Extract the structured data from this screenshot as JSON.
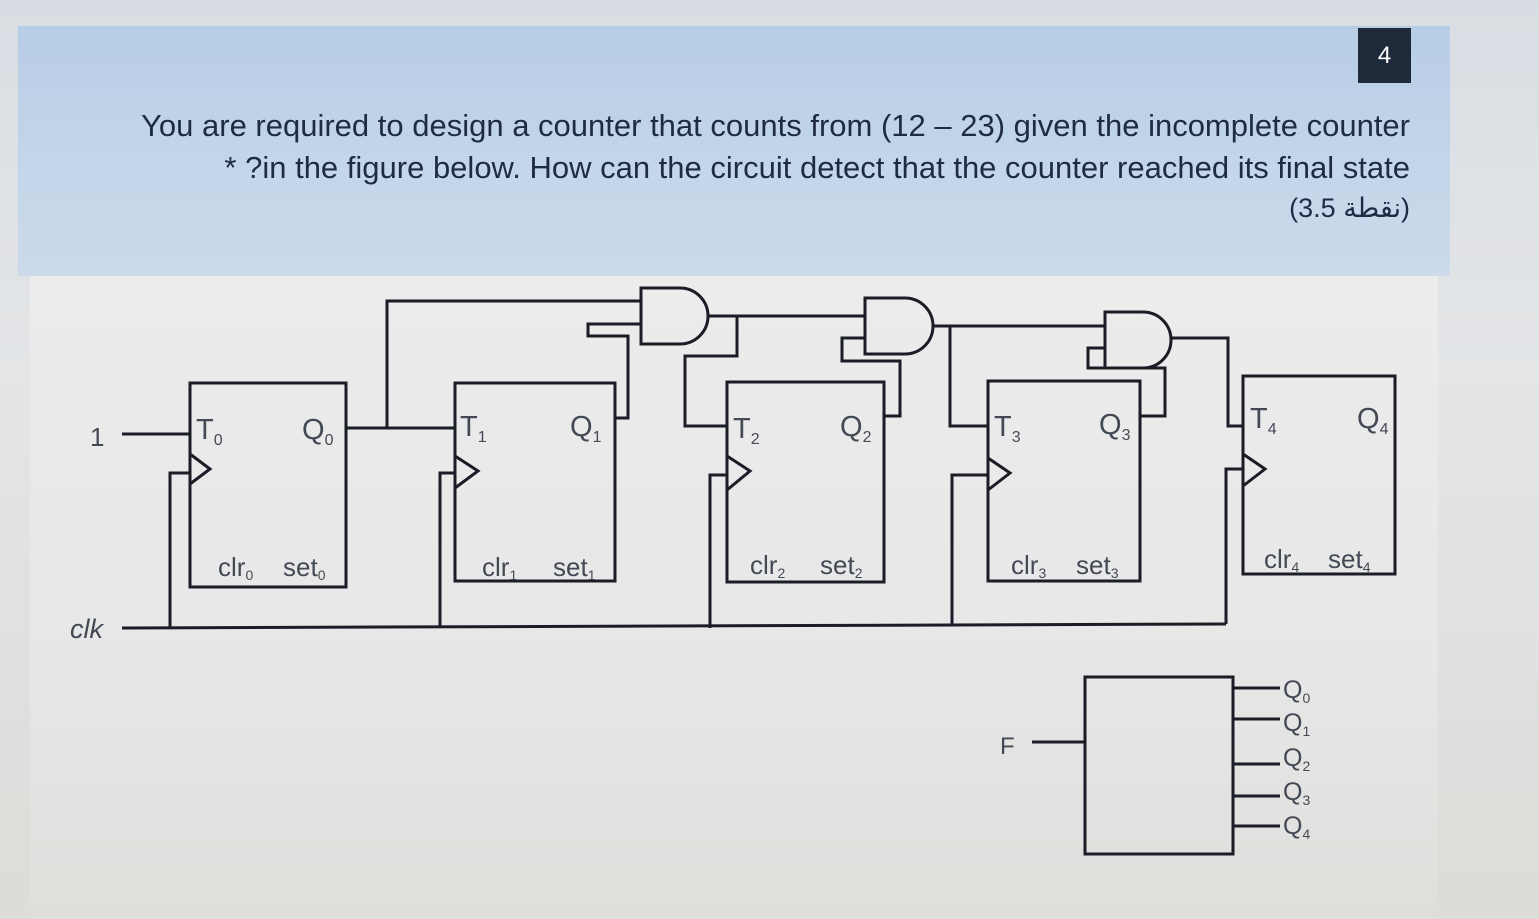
{
  "question": {
    "number": "4",
    "line1": "You are required to design a counter that counts from (12 – 23) given the incomplete counter",
    "line2": "* ?in the figure below. How can the circuit detect that the counter reached its final state",
    "points": "(3.5 نقطة)"
  },
  "circuit": {
    "input_one": "1",
    "clk_label": "clk",
    "f_label": "F",
    "flip_flops": [
      {
        "t": "T",
        "t_sub": "0",
        "q": "Q",
        "q_sub": "0",
        "clr": "clr",
        "clr_sub": "0",
        "set": "set",
        "set_sub": "0"
      },
      {
        "t": "T",
        "t_sub": "1",
        "q": "Q",
        "q_sub": "1",
        "clr": "clr",
        "clr_sub": "1",
        "set": "set",
        "set_sub": "1"
      },
      {
        "t": "T",
        "t_sub": "2",
        "q": "Q",
        "q_sub": "2",
        "clr": "clr",
        "clr_sub": "2",
        "set": "set",
        "set_sub": "2"
      },
      {
        "t": "T",
        "t_sub": "3",
        "q": "Q",
        "q_sub": "3",
        "clr": "clr",
        "clr_sub": "3",
        "set": "set",
        "set_sub": "3"
      },
      {
        "t": "T",
        "t_sub": "4",
        "q": "Q",
        "q_sub": "4",
        "clr": "clr",
        "clr_sub": "4",
        "set": "set",
        "set_sub": "4"
      }
    ],
    "detector_inputs": [
      {
        "q": "Q",
        "q_sub": "0"
      },
      {
        "q": "Q",
        "q_sub": "1"
      },
      {
        "q": "Q",
        "q_sub": "2"
      },
      {
        "q": "Q",
        "q_sub": "3"
      },
      {
        "q": "Q",
        "q_sub": "4"
      }
    ]
  },
  "colors": {
    "header_bg": "#c4d6ea",
    "badge_bg": "#1e2a3a",
    "question_text": "#1f2b44",
    "wire": "#1a1c26",
    "label_text": "#444a55"
  }
}
